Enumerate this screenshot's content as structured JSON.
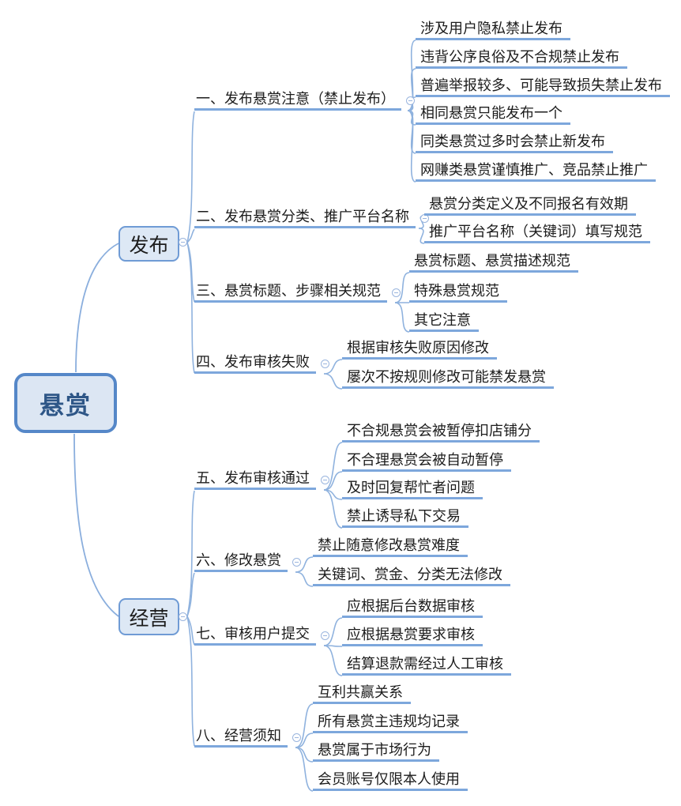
{
  "app": {
    "type": "mind-map",
    "background": "#ffffff"
  },
  "colors": {
    "connector_line": "#8fb2de",
    "child_underline": "#7da7dc",
    "root_border": "#5587c8",
    "root_fill": "#dce6f3",
    "root_text": "#2e5687",
    "branch_border": "#6f9bd5",
    "branch_fill": "#dde8f5",
    "node_text": "#1c1c1c",
    "toggle_outline": "#9ab5de"
  },
  "icons": {
    "collapse_toggle": "minus-circle"
  },
  "root": {
    "label": "悬赏"
  },
  "branches": [
    {
      "label": "发布",
      "topics": [
        {
          "label": "一、发布悬赏注意（禁止发布）",
          "children": [
            "涉及用户隐私禁止发布",
            "违背公序良俗及不合规禁止发布",
            "普遍举报较多、可能导致损失禁止发布",
            "相同悬赏只能发布一个",
            "同类悬赏过多时会禁止新发布",
            "网赚类悬赏谨慎推广、竞品禁止推广"
          ]
        },
        {
          "label": "二、发布悬赏分类、推广平台名称",
          "children": [
            "悬赏分类定义及不同报名有效期",
            "推广平台名称（关键词）填写规范"
          ]
        },
        {
          "label": "三、悬赏标题、步骤相关规范",
          "children": [
            "悬赏标题、悬赏描述规范",
            "特殊悬赏规范",
            "其它注意"
          ]
        },
        {
          "label": "四、发布审核失败",
          "children": [
            "根据审核失败原因修改",
            "屡次不按规则修改可能禁发悬赏"
          ]
        }
      ]
    },
    {
      "label": "经营",
      "topics": [
        {
          "label": "五、发布审核通过",
          "children": [
            "不合规悬赏会被暂停扣店铺分",
            "不合理悬赏会被自动暂停",
            "及时回复帮忙者问题",
            "禁止诱导私下交易"
          ]
        },
        {
          "label": "六、修改悬赏",
          "children": [
            "禁止随意修改悬赏难度",
            "关键词、赏金、分类无法修改"
          ]
        },
        {
          "label": "七、审核用户提交",
          "children": [
            "应根据后台数据审核",
            "应根据悬赏要求审核",
            "结算退款需经过人工审核"
          ]
        },
        {
          "label": "八、经营须知",
          "children": [
            "互利共赢关系",
            "所有悬赏主违规均记录",
            "悬赏属于市场行为",
            "会员账号仅限本人使用"
          ]
        }
      ]
    }
  ]
}
